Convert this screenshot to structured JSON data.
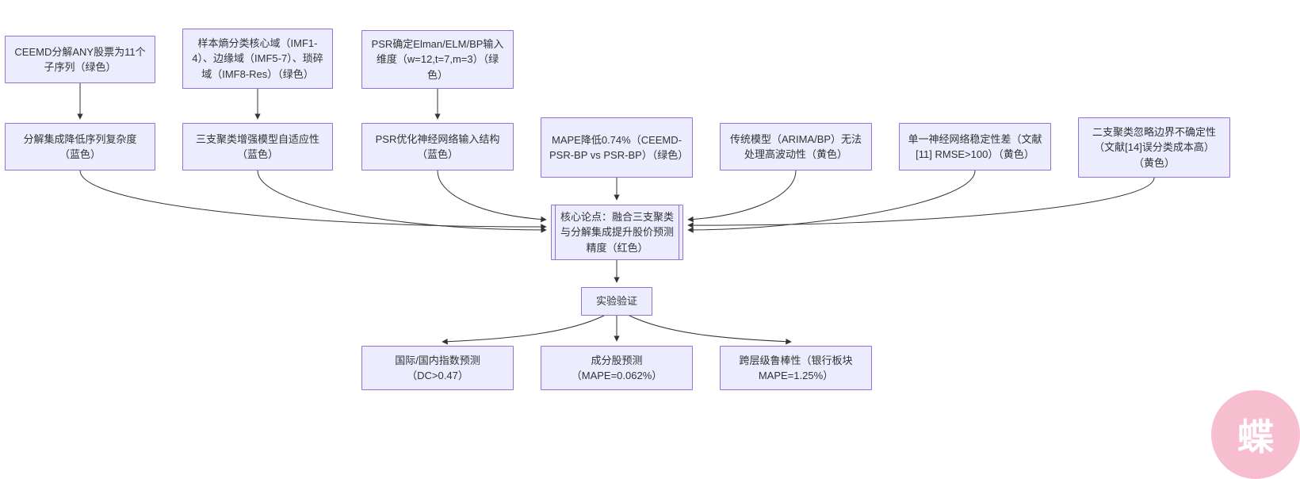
{
  "colors": {
    "node_fill": "#ECECFF",
    "node_border": "#9370DB",
    "edge": "#333333",
    "watermark_bg": "#F6BECE"
  },
  "nodes": {
    "top_ceemd": {
      "label": "CEEMD分解ANY股票为11个子序列（绿色）"
    },
    "top_entropy": {
      "label": "样本熵分类核心域（IMF1-4）、边缘域（IMF5-7）、琐碎域（IMF8-Res）（绿色）"
    },
    "top_psr": {
      "label": "PSR确定Elman/ELM/BP输入维度（w=12,t=7,m=3）（绿色）"
    },
    "mid_decompose": {
      "label": "分解集成降低序列复杂度（蓝色）"
    },
    "mid_threeway": {
      "label": "三支聚类增强模型自适应性（蓝色）"
    },
    "mid_psropt": {
      "label": "PSR优化神经网络输入结构（蓝色）"
    },
    "mid_mape": {
      "label": "MAPE降低0.74%（CEEMD-PSR-BP vs PSR-BP）（绿色）"
    },
    "mid_traditional": {
      "label": "传统模型（ARIMA/BP）无法处理高波动性（黄色）"
    },
    "mid_singlenn": {
      "label": "单一神经网络稳定性差（文献[11] RMSE>100）（黄色）"
    },
    "mid_twoway": {
      "label": "二支聚类忽略边界不确定性（文献[14]误分类成本高）（黄色）"
    },
    "core": {
      "label": "核心论点：融合三支聚类与分解集成提升股价预测精度（红色）"
    },
    "experiment": {
      "label": "实验验证"
    },
    "bottom_index": {
      "label": "国际/国内指数预测\n（DC>0.47）"
    },
    "bottom_component": {
      "label": "成分股预测\n（MAPE=0.062%）"
    },
    "bottom_robust": {
      "label": "跨层级鲁棒性（银行板块\nMAPE=1.25%）"
    }
  },
  "edges": [
    {
      "from": "top_ceemd",
      "to": "mid_decompose"
    },
    {
      "from": "top_entropy",
      "to": "mid_threeway"
    },
    {
      "from": "top_psr",
      "to": "mid_psropt"
    },
    {
      "from": "mid_decompose",
      "to": "core"
    },
    {
      "from": "mid_threeway",
      "to": "core"
    },
    {
      "from": "mid_psropt",
      "to": "core"
    },
    {
      "from": "mid_mape",
      "to": "core"
    },
    {
      "from": "mid_traditional",
      "to": "core"
    },
    {
      "from": "mid_singlenn",
      "to": "core"
    },
    {
      "from": "mid_twoway",
      "to": "core"
    },
    {
      "from": "core",
      "to": "experiment"
    },
    {
      "from": "experiment",
      "to": "bottom_index"
    },
    {
      "from": "experiment",
      "to": "bottom_component"
    },
    {
      "from": "experiment",
      "to": "bottom_robust"
    }
  ],
  "watermark": {
    "glyph": "蝶"
  }
}
